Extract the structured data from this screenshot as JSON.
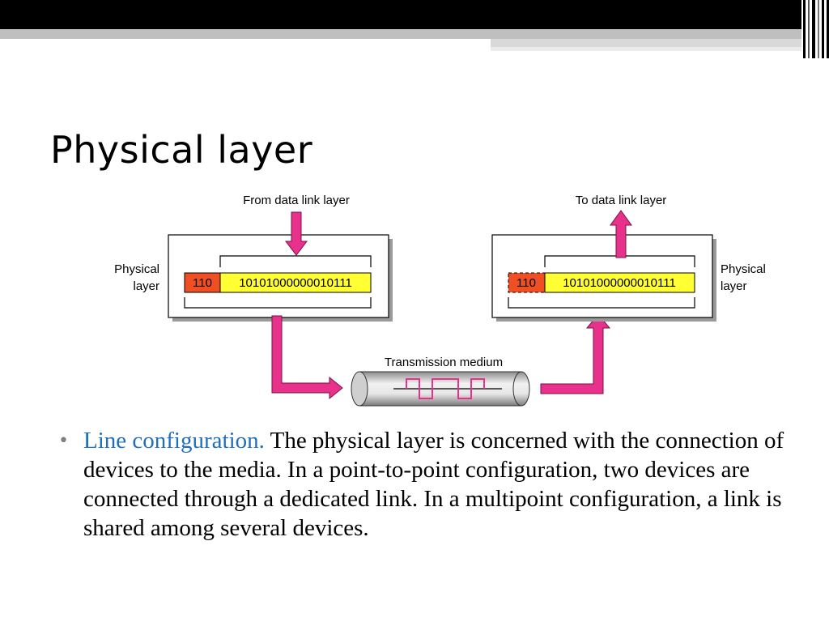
{
  "slide": {
    "title": "Physical layer"
  },
  "diagram": {
    "sender": {
      "top_label": "From data link layer",
      "side_label_line1": "Physical",
      "side_label_line2": "layer",
      "header_bits": "110",
      "data_bits": "10101000000010111"
    },
    "receiver": {
      "top_label": "To data link layer",
      "side_label_line1": "Physical",
      "side_label_line2": "layer",
      "header_bits": "110",
      "data_bits": "10101000000010111"
    },
    "medium_label": "Transmission medium",
    "colors": {
      "arrow": "#e8318a",
      "header": "#f04e23",
      "data": "#ffff33"
    }
  },
  "bullets": [
    {
      "lead": "Line configuration.",
      "text": " The physical layer is concerned with the connection of devices to the media. In a point-to-point configuration, two devices are connected through a dedicated link. In a multipoint configuration, a link is shared among several devices."
    }
  ]
}
